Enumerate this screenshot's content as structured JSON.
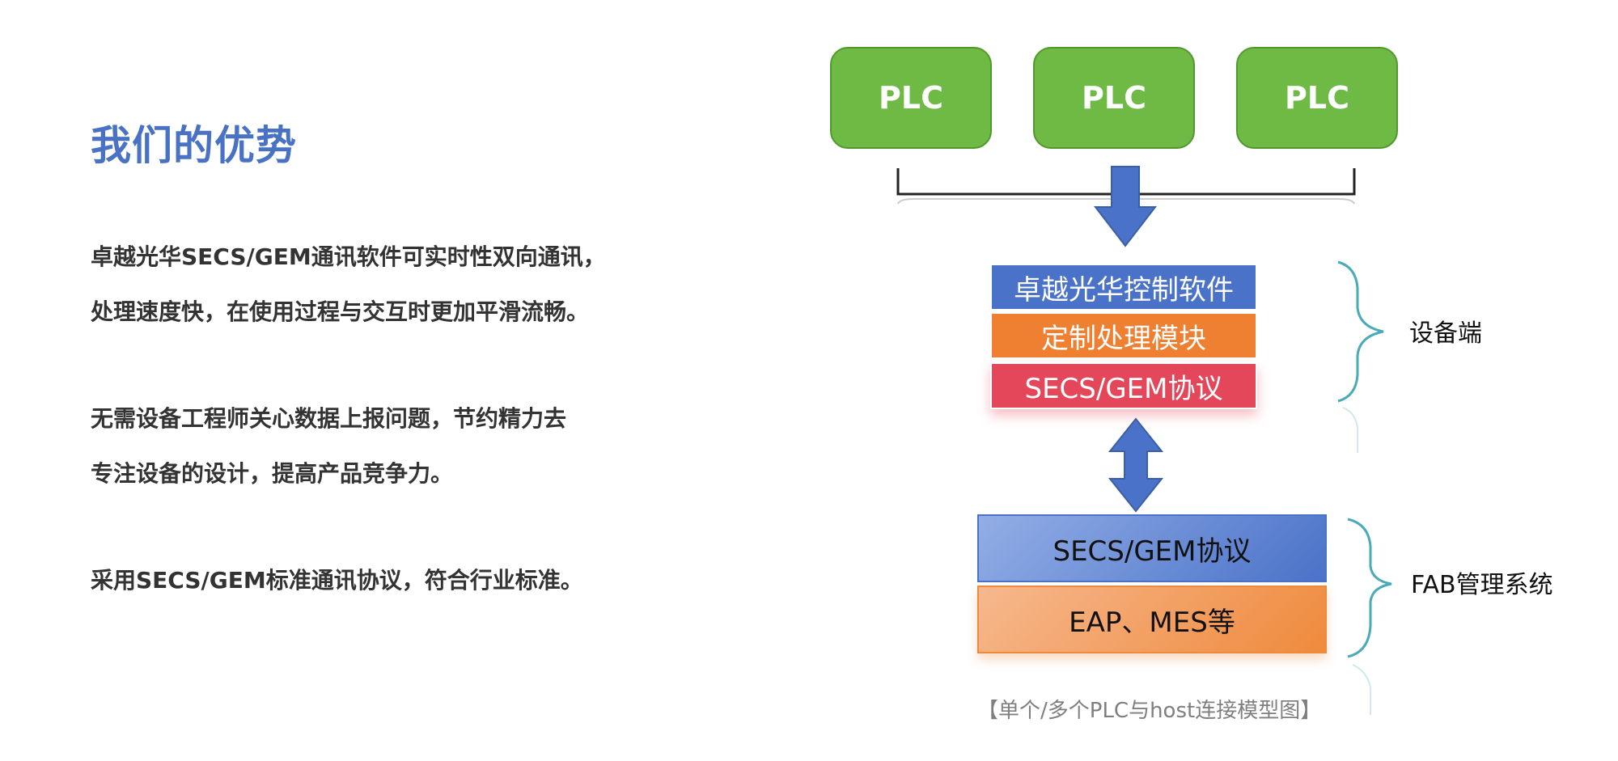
{
  "left": {
    "title": "我们的优势",
    "paragraphs": [
      [
        "卓越光华SECS/GEM通讯软件可实时性双向通讯，",
        "处理速度快，在使用过程与交互时更加平滑流畅。"
      ],
      [
        "无需设备工程师关心数据上报问题，节约精力去",
        "专注设备的设计，提高产品竞争力。"
      ],
      [
        "采用SECS/GEM标准通讯协议，符合行业标准。"
      ]
    ]
  },
  "diagram": {
    "plc_blocks": [
      "PLC",
      "PLC",
      "PLC"
    ],
    "device_stack": [
      "卓越光华控制软件",
      "定制处理模块",
      "SECS/GEM协议"
    ],
    "device_label": "设备端",
    "fab_stack": [
      "SECS/GEM协议",
      "EAP、MES等"
    ],
    "fab_label": "FAB管理系统",
    "caption": "【单个/多个PLC与host连接模型图】",
    "colors": {
      "plc_green": "#6fba44",
      "blue": "#4a72c8",
      "orange": "#ef7f31",
      "red": "#e4475a",
      "teal_brace": "#4aaab8"
    }
  }
}
